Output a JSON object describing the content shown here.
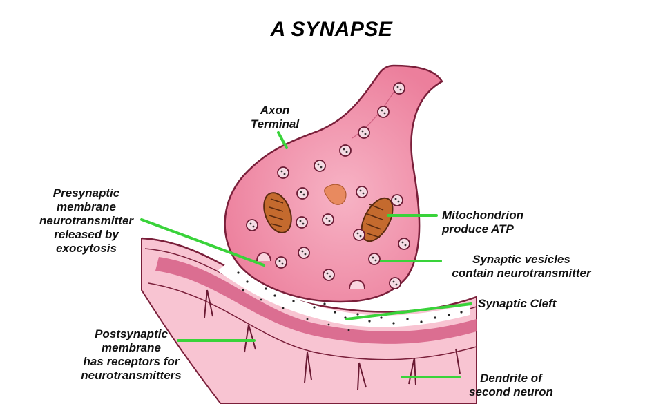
{
  "title": "A SYNAPSE",
  "labels": {
    "axon_terminal": "Axon\nTerminal",
    "presynaptic": "Presynaptic\nmembrane\nneurotransmitter\nreleased by\nexocytosis",
    "mitochondrion": "Mitochondrion\nproduce ATP",
    "vesicles": "Synaptic vesicles\ncontain neurotransmitter",
    "cleft": "Synaptic Cleft",
    "postsynaptic": "Postsynaptic\nmembrane\nhas receptors for\nneurotransmitters",
    "dendrite": "Dendrite of\nsecond neuron"
  },
  "colors": {
    "leader": "#39d33a",
    "terminal_fill": "#f08aa4",
    "terminal_outline": "#7a1f3a",
    "dendrite_fill": "#f6b8c8",
    "membrane_band": "#d65f86",
    "mitochondrion": "#c46a2e"
  }
}
